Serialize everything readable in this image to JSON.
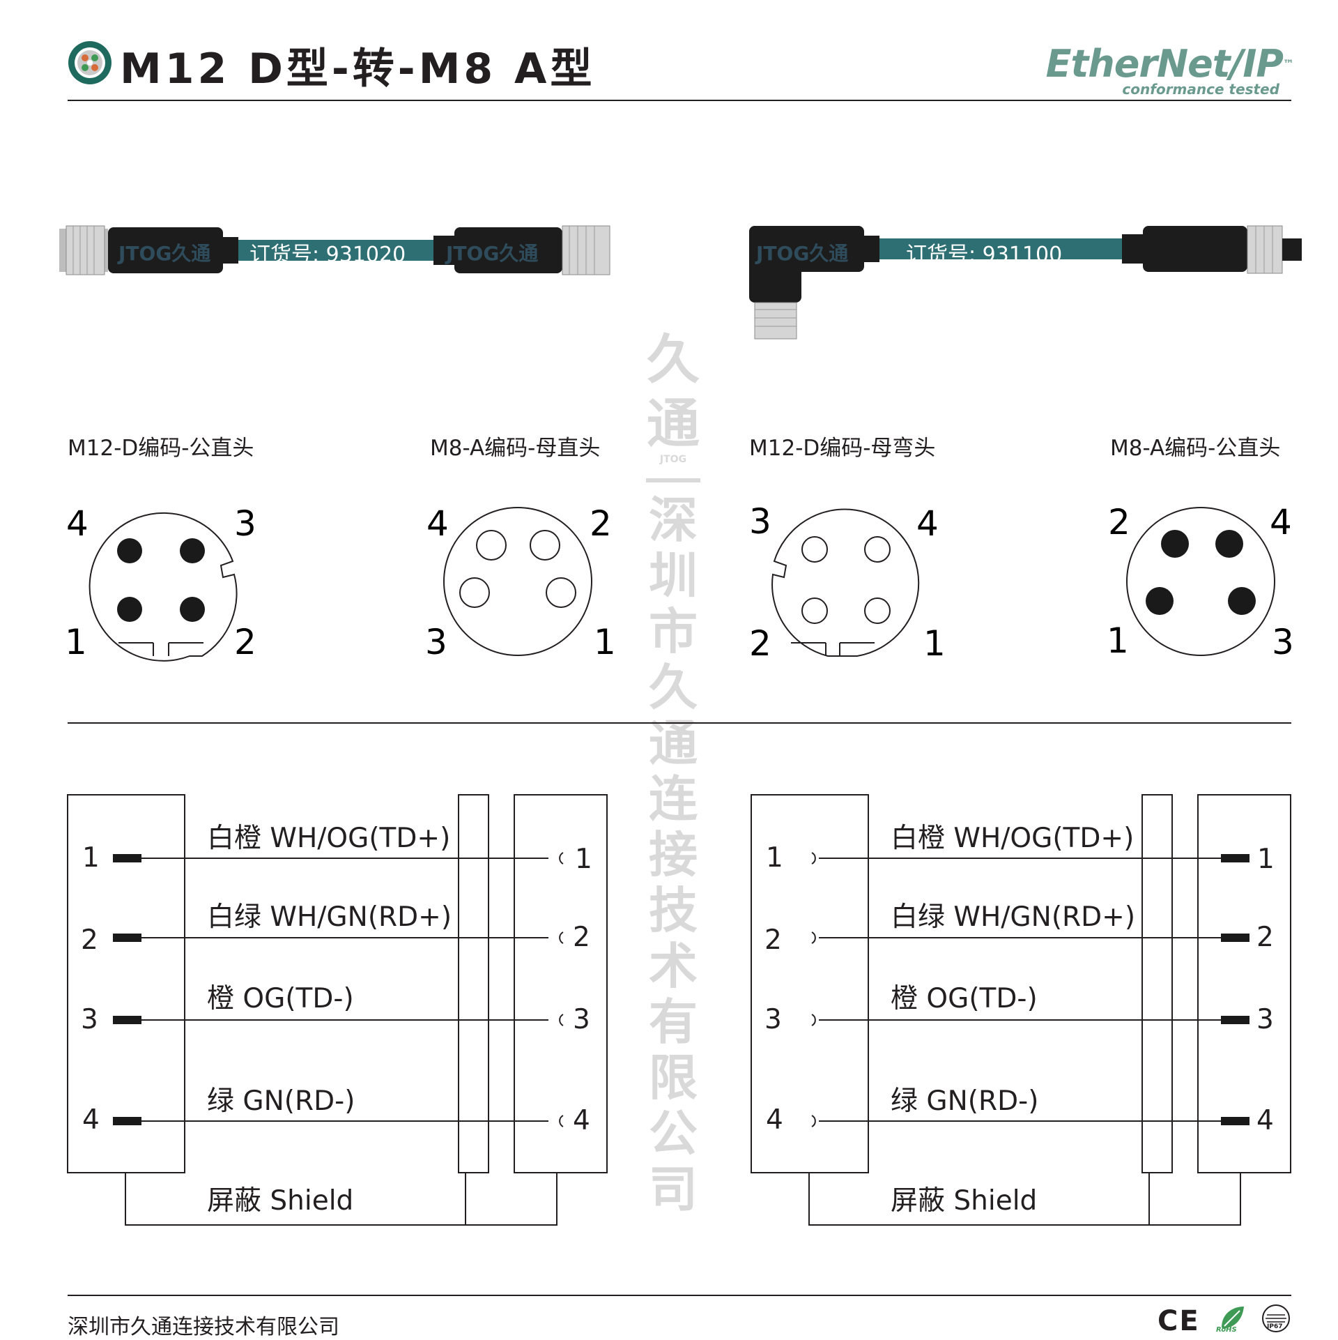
{
  "header": {
    "title": "M12 D型-转-M8 A型",
    "ethernet_logo": "EtherNet/IP",
    "ethernet_tm": "™",
    "ethernet_sub": "conformance tested"
  },
  "cables": [
    {
      "order_label": "订货号: 931020",
      "brand": "JTOG久通"
    },
    {
      "order_label": "订货号: 931100",
      "brand": "JTOG久通"
    }
  ],
  "connectors": [
    {
      "label": "M12-D编码-公直头",
      "pins": [
        "4",
        "3",
        "1",
        "2"
      ]
    },
    {
      "label": "M8-A编码-母直头",
      "pins": [
        "4",
        "2",
        "3",
        "1"
      ]
    },
    {
      "label": "M12-D编码-母弯头",
      "pins": [
        "3",
        "4",
        "2",
        "1"
      ]
    },
    {
      "label": "M8-A编码-公直头",
      "pins": [
        "2",
        "4",
        "1",
        "3"
      ]
    }
  ],
  "wiring": {
    "wires": [
      {
        "pin": "1",
        "label": "白橙 WH/OG(TD+)"
      },
      {
        "pin": "2",
        "label": "白绿 WH/GN(RD+)"
      },
      {
        "pin": "3",
        "label": "橙 OG(TD-)"
      },
      {
        "pin": "4",
        "label": "绿 GN(RD-)"
      }
    ],
    "shield": "屏蔽 Shield"
  },
  "watermark": {
    "brand": "久通",
    "brand_sub": "JTOG",
    "company": "深圳市久通连接技术有限公司"
  },
  "footer": {
    "company": "深圳市久通连接技术有限公司",
    "ce": "CE",
    "rohs": "RoHS",
    "ip": "IP67"
  },
  "colors": {
    "cable": "#2e6f73",
    "text": "#231f20",
    "logo_green": "#6a9a8e",
    "logo_badge": "#1f6a5e",
    "watermark": "#d9d9d9"
  }
}
